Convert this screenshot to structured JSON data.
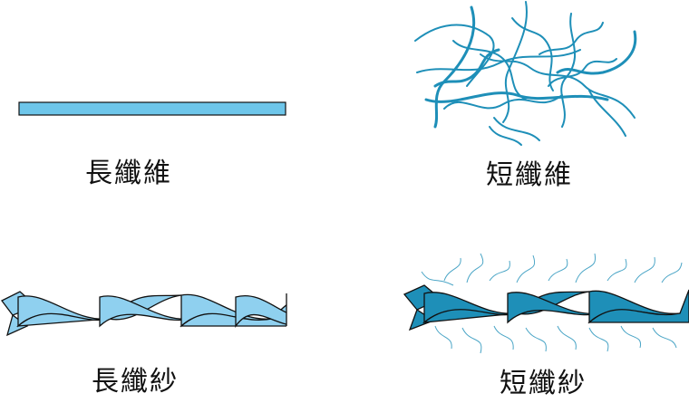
{
  "labels": {
    "long_fiber": "長纖維",
    "short_fiber": "短纖維",
    "long_yarn": "長纖紗",
    "short_yarn": "短纖紗"
  },
  "colors": {
    "light_blue": "#8FD0EF",
    "mid_blue": "#6EC6EA",
    "dark_blue": "#1E8FB8",
    "outline": "#111111"
  }
}
